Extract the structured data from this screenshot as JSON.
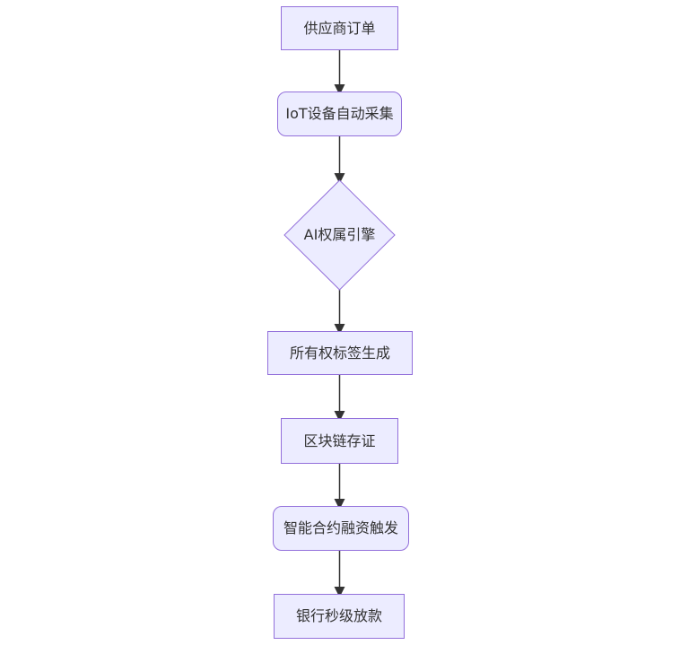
{
  "diagram": {
    "type": "flowchart",
    "direction": "top-down",
    "nodes": [
      {
        "id": "A",
        "label": "供应商订单",
        "shape": "rectangle"
      },
      {
        "id": "B",
        "label": "IoT设备自动采集",
        "shape": "rounded-rectangle"
      },
      {
        "id": "C",
        "label": "AI权属引擎",
        "shape": "diamond"
      },
      {
        "id": "D",
        "label": "所有权标签生成",
        "shape": "rectangle"
      },
      {
        "id": "E",
        "label": "区块链存证",
        "shape": "rectangle"
      },
      {
        "id": "F",
        "label": "智能合约融资触发",
        "shape": "rounded-rectangle"
      },
      {
        "id": "G",
        "label": "银行秒级放款",
        "shape": "rectangle"
      }
    ],
    "edges": [
      {
        "from": "A",
        "to": "B"
      },
      {
        "from": "B",
        "to": "C"
      },
      {
        "from": "C",
        "to": "D"
      },
      {
        "from": "D",
        "to": "E"
      },
      {
        "from": "E",
        "to": "F"
      },
      {
        "from": "F",
        "to": "G"
      }
    ],
    "colors": {
      "background": "#ffffff",
      "node_fill": "#ECECFF",
      "node_border": "#9370DB",
      "edge_line": "#333333",
      "arrowhead": "#333333",
      "text": "#333333"
    }
  }
}
